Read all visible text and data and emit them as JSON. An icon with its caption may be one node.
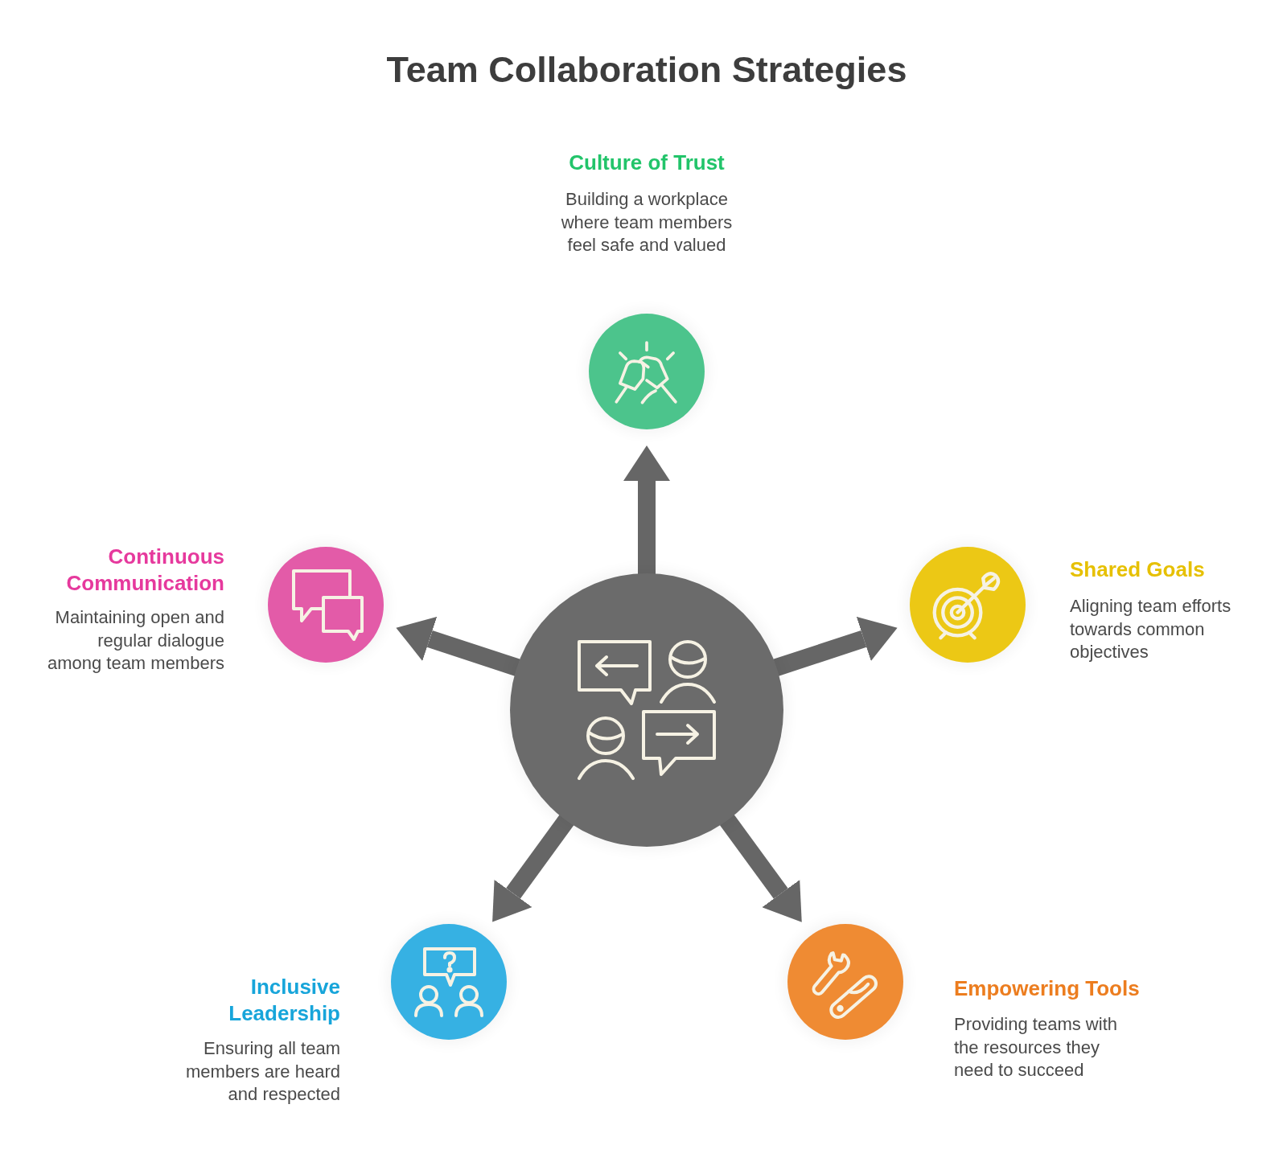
{
  "diagram": {
    "title": "Team Collaboration Strategies",
    "nodes": [
      {
        "text": [
          "Culture of Trust",
          "Building a workplace where team members feel safe and valued"
        ]
      },
      {
        "text": [
          "Continuous Communication",
          "Maintaining open and regular dialogue among team members"
        ]
      },
      {
        "text": [
          "Shared Goals",
          "Aligning team efforts towards common objectives"
        ]
      },
      {
        "text": [],
        "shape": "circle"
      },
      {
        "text": [
          "Inclusive Leadership",
          "Ensuring all team members are heard and respected"
        ]
      },
      {
        "text": [
          "Empowering Tools",
          "Providing teams with the resources they need to succeed"
        ]
      }
    ],
    "edges": [
      {
        "from": 3,
        "to": 0,
        "arrow": "to"
      },
      {
        "from": 3,
        "to": 1,
        "arrow": "to"
      },
      {
        "from": 3,
        "to": 2,
        "arrow": "to"
      },
      {
        "from": 3,
        "to": 4,
        "arrow": "to"
      },
      {
        "from": 3,
        "to": 5,
        "arrow": "to"
      }
    ]
  }
}
